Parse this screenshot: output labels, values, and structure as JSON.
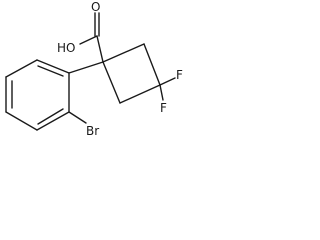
{
  "molecule": {
    "atom_labels": {
      "o_carbonyl": "O",
      "hydroxyl": "HO",
      "fluorine_1": "F",
      "fluorine_2": "F",
      "bromine": "Br"
    }
  }
}
